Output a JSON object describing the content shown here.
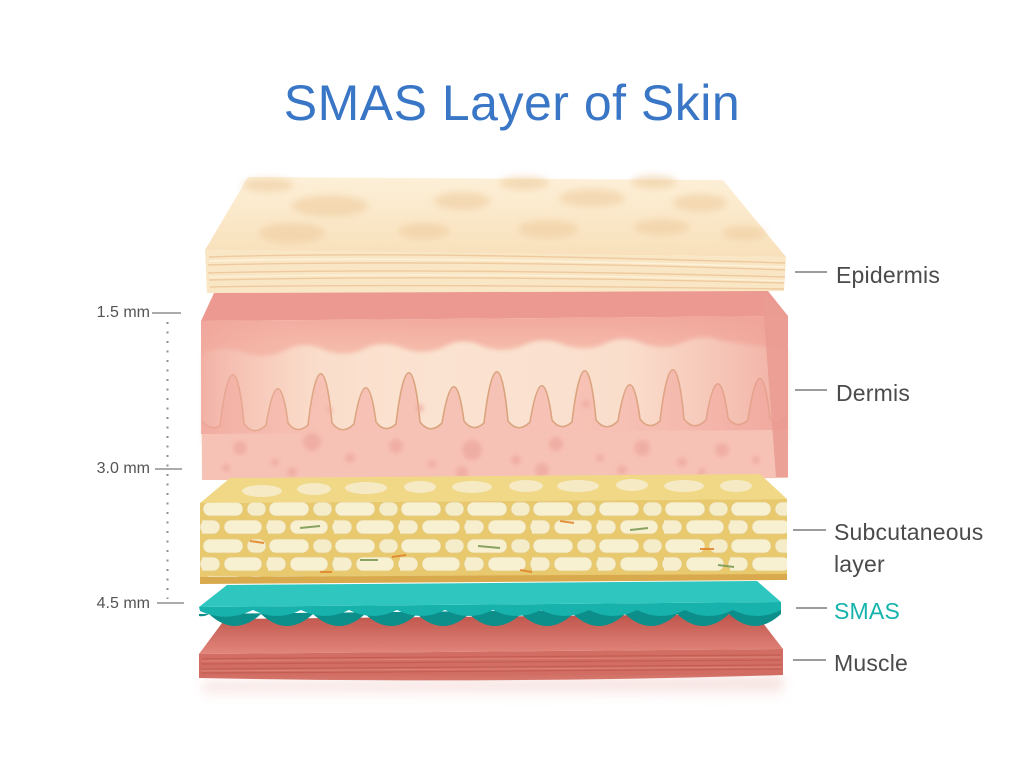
{
  "title": {
    "text": "SMAS Layer of Skin",
    "color": "#3a76c6"
  },
  "depth_scale": {
    "unit": "mm",
    "marks": [
      {
        "label": "1.5 mm"
      },
      {
        "label": "3.0 mm"
      },
      {
        "label": "4.5 mm"
      }
    ]
  },
  "layers": [
    {
      "id": "epidermis",
      "label": "Epidermis",
      "label_color": "#4b4b4b",
      "fill": "#f8e5c2"
    },
    {
      "id": "dermis",
      "label": "Dermis",
      "label_color": "#4b4b4b",
      "fill": "#f6bcb0"
    },
    {
      "id": "subcutaneous",
      "label": "Subcutaneous layer",
      "label_color": "#4b4b4b",
      "fill": "#e9c96d"
    },
    {
      "id": "smas",
      "label": "SMAS",
      "label_color": "#14b3ac",
      "fill": "#17b2ab"
    },
    {
      "id": "muscle",
      "label": "Muscle",
      "label_color": "#4b4b4b",
      "fill": "#d16d62"
    }
  ]
}
